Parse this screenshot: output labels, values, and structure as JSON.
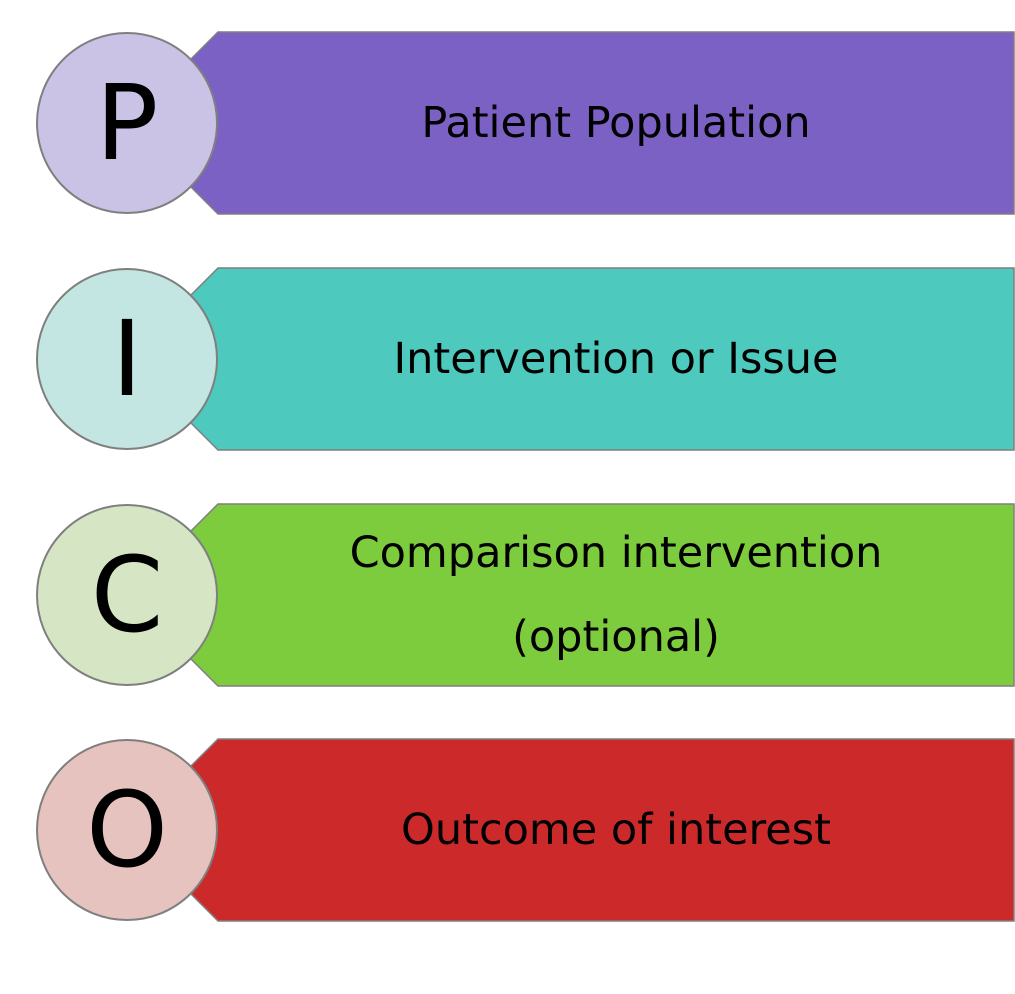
{
  "items": [
    {
      "letter": "P",
      "label": "Patient Population",
      "bar_color": "#7B61C4",
      "circle_color": "#CBC3E6"
    },
    {
      "letter": "I",
      "label": "Intervention or Issue",
      "bar_color": "#4EC9BD",
      "circle_color": "#C3E6E2"
    },
    {
      "letter": "C",
      "label": "Comparison intervention (optional)",
      "bar_color": "#7DCC3E",
      "circle_color": "#D6E6C5"
    },
    {
      "letter": "O",
      "label": "Outcome of interest",
      "bar_color": "#CC2A2A",
      "circle_color": "#E6C3BF"
    }
  ],
  "outline_color": "#7F7F7F"
}
